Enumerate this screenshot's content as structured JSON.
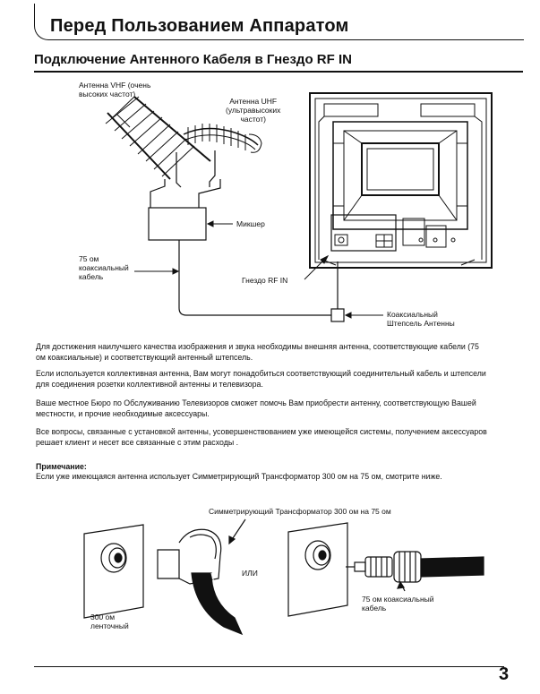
{
  "header": {
    "title": "Перед Пользованием Аппаратом",
    "subtitle": "Подключение Антенного Кабеля в Гнездо RF IN"
  },
  "diagram_top": {
    "vhf_line1": "Антенна VHF (очень",
    "vhf_line2": "высоких частот)",
    "uhf_line1": "Антенна UHF",
    "uhf_line2": "(ультравысоких",
    "uhf_line3": "частот)",
    "mixer": "Микшер",
    "cable_line1": "75 ом",
    "cable_line2": "коаксиальный",
    "cable_line3": "кабель",
    "rf_in": "Гнездо RF IN",
    "plug_line1": "Коаксиальный",
    "plug_line2": "Штепсель Антенны"
  },
  "paragraphs": [
    {
      "line1": "Для достижения наилучшего качества изображения и звука необходимы внешняя антенна, соответствующие кабели (75",
      "line2": "ом коаксиальные) и соответствующий антенный штепсель."
    },
    {
      "line1": "Если используется коллективная антенна, Вам могут понадобиться соответствующий соединительный кабель и штепсели",
      "line2": "для соединения розетки коллективной антенны и телевизора."
    },
    {
      "line1": "Ваше местное Бюро по Обслуживанию Телевизоров сможет помочь Вам приобрести антенну, соответствующую Вашей",
      "line2": "местности, и прочие необходимые аксессуары."
    },
    {
      "line1": "Все вопросы, связанные с установкой антенны, усовершенствованием уже имеющейся системы, получением аксессуаров",
      "line2": "решает  клиент и несет все связанные с этим расходы ."
    }
  ],
  "note": {
    "label": "Примечание:",
    "text": "Если уже имеющаяся антенна использует Симметрирующий Трансформатор 300 ом на 75 ом, смотрите ниже."
  },
  "diagram_bottom": {
    "transformer": "Симметрирующий Трансформатор 300 ом на 75 ом",
    "or": "ИЛИ",
    "ribbon_line1": "300 ом",
    "ribbon_line2": "ленточный",
    "coax_line1": "75 ом коаксиальный",
    "coax_line2": "кабель"
  },
  "page_number": "3"
}
